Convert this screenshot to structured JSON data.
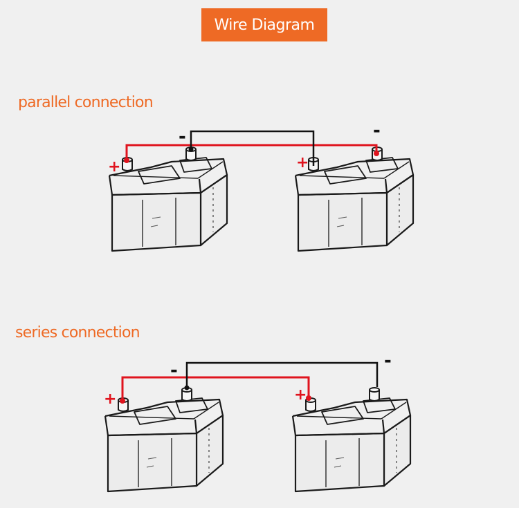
{
  "title": "Wire Diagram",
  "sections": [
    {
      "id": "parallel",
      "label": "parallel connection"
    },
    {
      "id": "series",
      "label": "series connection"
    }
  ],
  "signs": {
    "plus": "+",
    "minus": "-"
  },
  "colors": {
    "accent": "#ee6a25",
    "positive_wire": "#e0141e",
    "negative_wire": "#111111",
    "plus_sign": "#e0141e",
    "minus_sign": "#111111"
  },
  "icons": [
    "battery-icon",
    "battery-icon",
    "battery-icon",
    "battery-icon"
  ]
}
